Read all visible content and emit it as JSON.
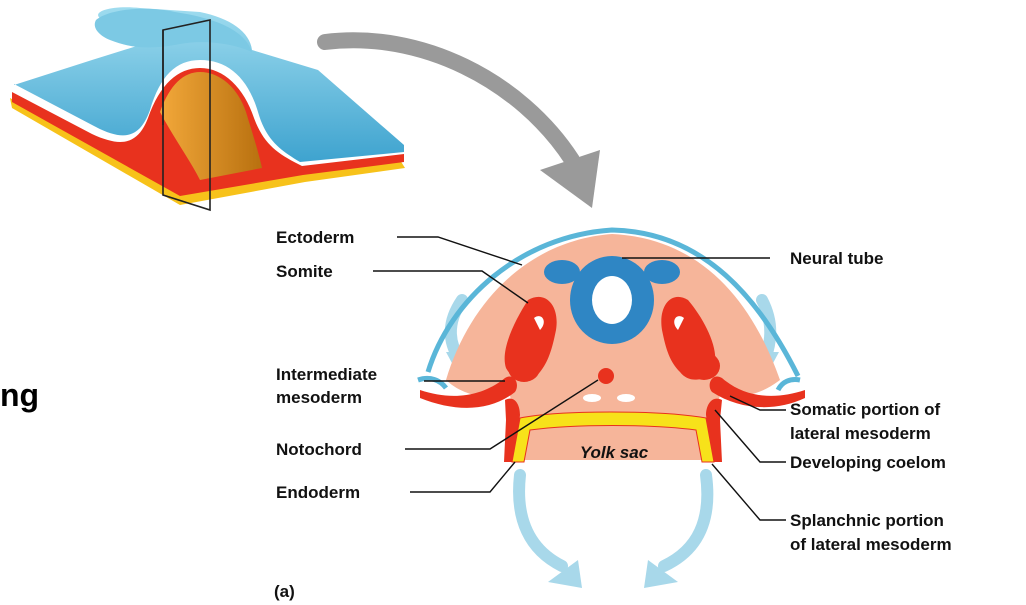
{
  "side_text": "ng",
  "panel_label": "(a)",
  "yolk_sac_label": "Yolk sac",
  "labels_left": {
    "ectoderm": "Ectoderm",
    "somite": "Somite",
    "intermediate_mesoderm_line1": "Intermediate",
    "intermediate_mesoderm_line2": "mesoderm",
    "notochord": "Notochord",
    "endoderm": "Endoderm"
  },
  "labels_right": {
    "neural_tube": "Neural tube",
    "somatic_line1": "Somatic portion of",
    "somatic_line2": "lateral mesoderm",
    "developing_coelom": "Developing coelom",
    "splanchnic_line1": "Splanchnic portion",
    "splanchnic_line2": "of lateral mesoderm"
  },
  "colors": {
    "ectoderm_blue": "#5ab6d8",
    "mesoderm_red": "#e8321e",
    "endoderm_yellow": "#f7e21a",
    "tissue_peach": "#f6b59a",
    "neural_blue": "#2f86c4",
    "arrow_light_blue": "#a8d8ea",
    "arrow_gray": "#9a9a9a",
    "groove_orange": "#d9891c"
  }
}
